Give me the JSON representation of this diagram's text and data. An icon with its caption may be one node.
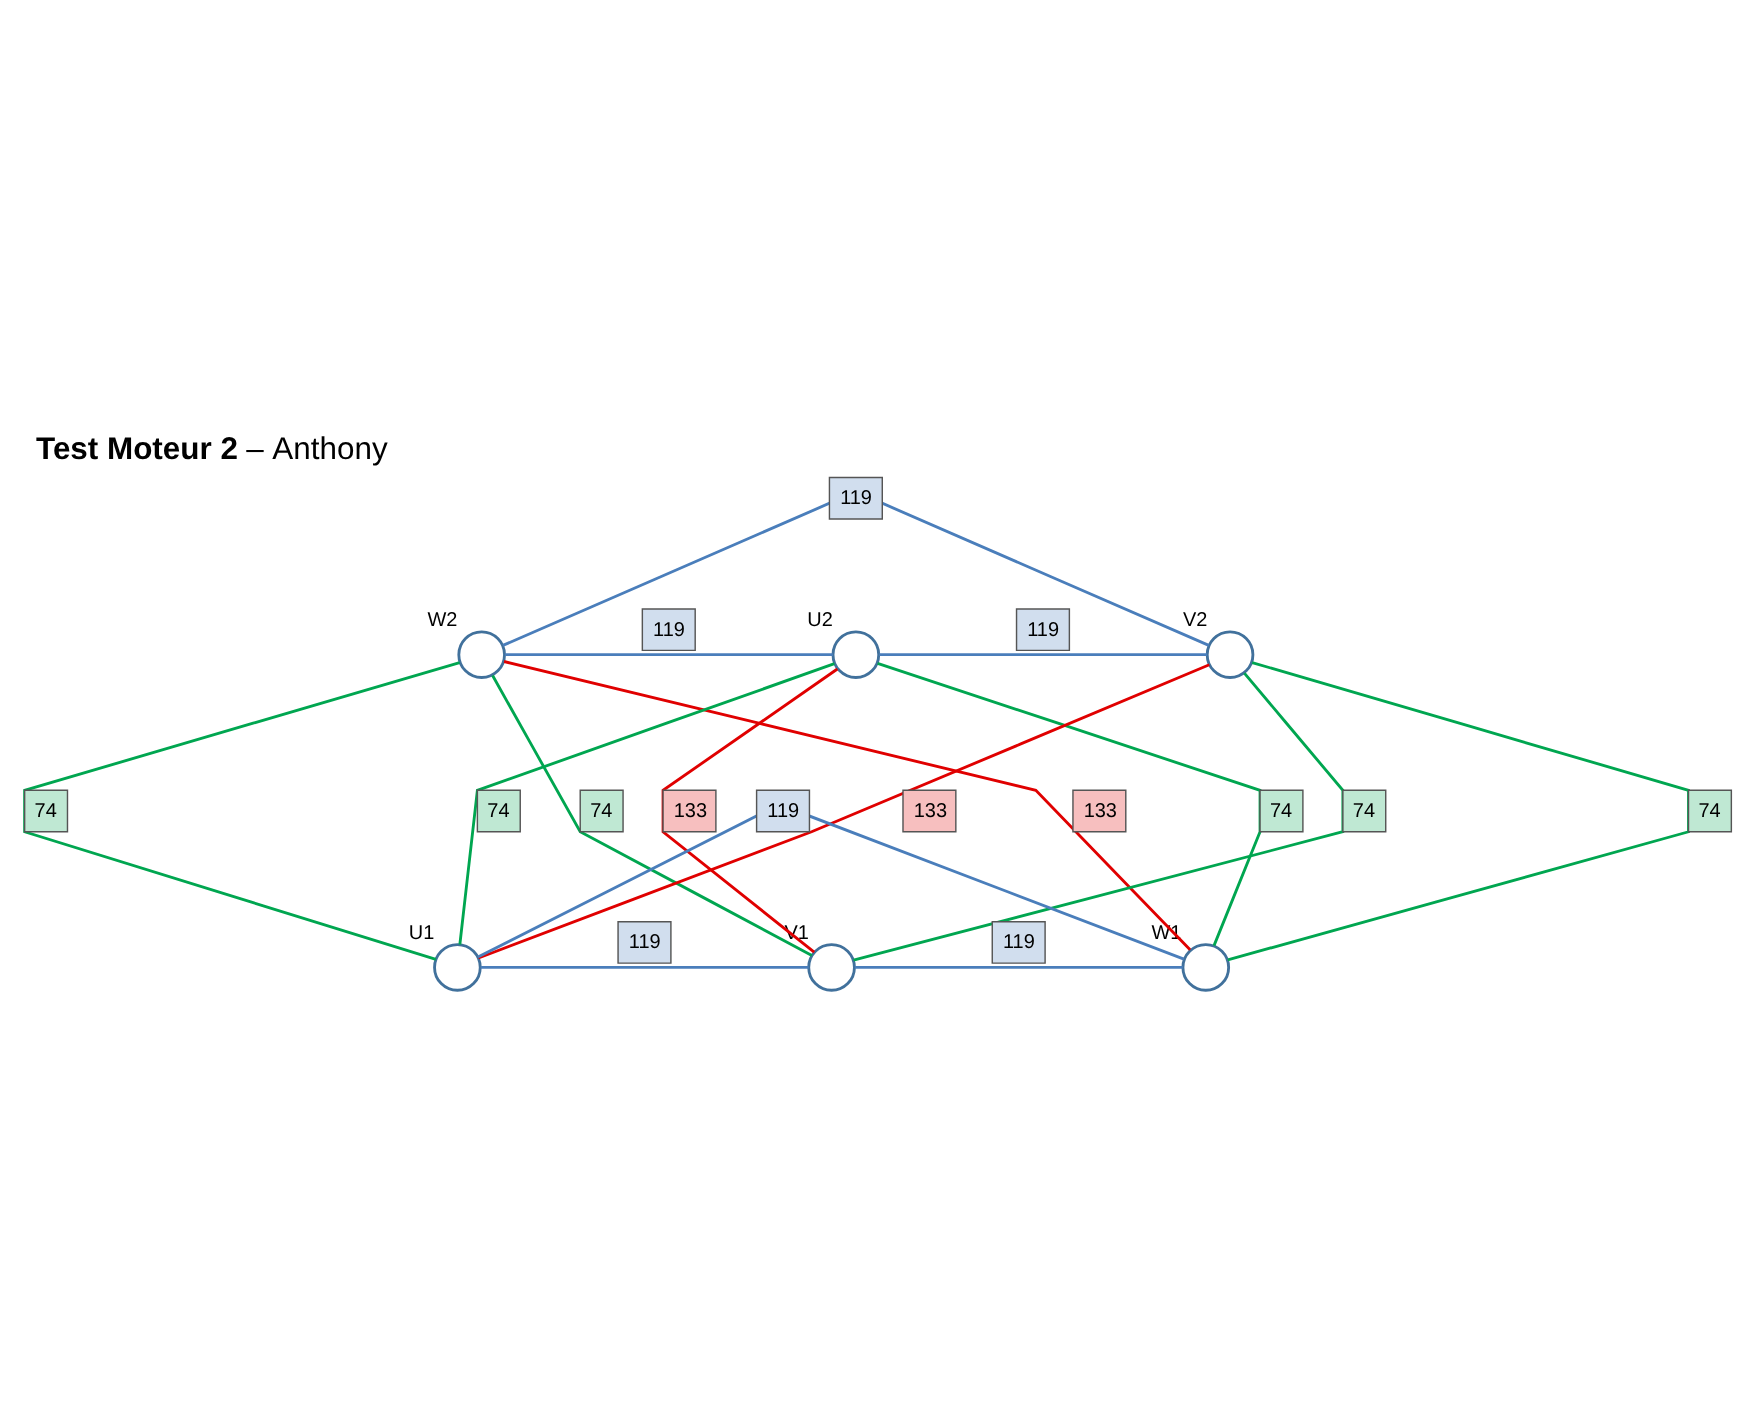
{
  "diagram": {
    "title": "**Test Moteur 2** – Anthony",
    "nodes": [
      {
        "text": [],
        "shape": "circle",
        "beside": [
          "W2"
        ]
      },
      {
        "text": [],
        "shape": "circle",
        "beside": [
          "U2"
        ]
      },
      {
        "text": [],
        "shape": "circle",
        "beside": [
          "V2"
        ]
      },
      {
        "text": [],
        "shape": "circle",
        "beside": [
          "U1"
        ]
      },
      {
        "text": [],
        "shape": "circle",
        "beside": [
          "V1"
        ]
      },
      {
        "text": [],
        "shape": "circle",
        "beside": [
          "W1"
        ]
      }
    ],
    "edges": [
      {
        "from": 3,
        "to": 2,
        "arrow": "none",
        "label": "133",
        "color": "#e00000"
      },
      {
        "from": 0,
        "to": 5,
        "arrow": "none",
        "label": "133",
        "color": "#e00000"
      },
      {
        "from": 1,
        "to": 4,
        "arrow": "none",
        "label": "133",
        "color": "#e00000"
      },
      {
        "from": 0,
        "to": 2,
        "arrow": "none",
        "label": "119",
        "color": "#4a7ebb"
      },
      {
        "from": 0,
        "to": 1,
        "arrow": "none",
        "label": "119",
        "color": "#4a7ebb"
      },
      {
        "from": 1,
        "to": 2,
        "arrow": "none",
        "label": "119",
        "color": "#4a7ebb"
      },
      {
        "from": 3,
        "to": 4,
        "arrow": "none",
        "label": "119",
        "color": "#4a7ebb"
      },
      {
        "from": 4,
        "to": 5,
        "arrow": "none",
        "label": "119",
        "color": "#4a7ebb"
      },
      {
        "from": 3,
        "to": 5,
        "arrow": "none",
        "label": "119",
        "color": "#4a7ebb"
      },
      {
        "from": 0,
        "to": 3,
        "arrow": "none",
        "label": "74",
        "color": "#00a650"
      },
      {
        "from": 0,
        "to": 4,
        "arrow": "none",
        "label": "74",
        "color": "#00a650"
      },
      {
        "from": 1,
        "to": 3,
        "arrow": "none",
        "label": "74",
        "color": "#00a650"
      },
      {
        "from": 1,
        "to": 5,
        "arrow": "none",
        "label": "74",
        "color": "#00a650"
      },
      {
        "from": 2,
        "to": 4,
        "arrow": "none",
        "label": "74",
        "color": "#00a650"
      },
      {
        "from": 2,
        "to": 5,
        "arrow": "none",
        "label": "74",
        "color": "#00a650"
      }
    ]
  }
}
